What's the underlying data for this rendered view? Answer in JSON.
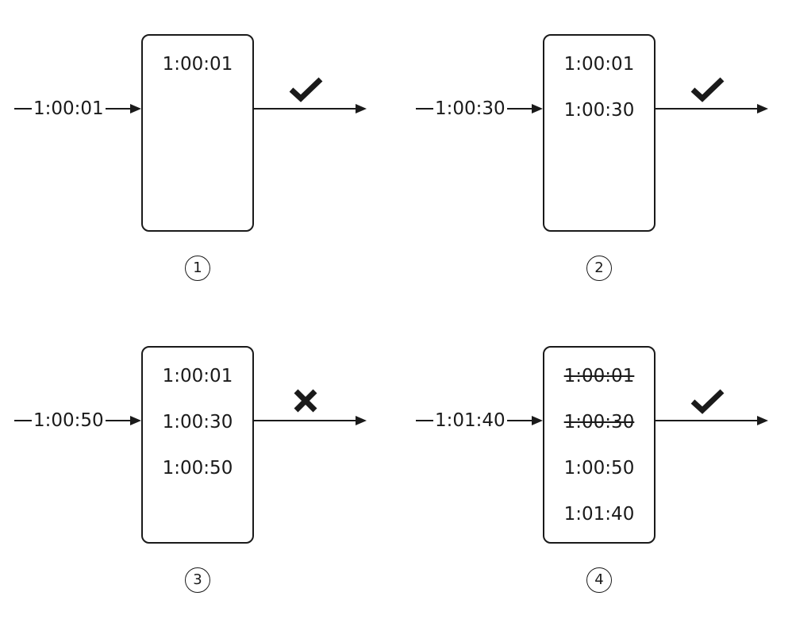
{
  "panels": [
    {
      "number": "1",
      "input": "1:00:01",
      "entries": [
        {
          "text": "1:00:01",
          "struck": false
        }
      ],
      "result": "check-icon"
    },
    {
      "number": "2",
      "input": "1:00:30",
      "entries": [
        {
          "text": "1:00:01",
          "struck": false
        },
        {
          "text": "1:00:30",
          "struck": false
        }
      ],
      "result": "check-icon"
    },
    {
      "number": "3",
      "input": "1:00:50",
      "entries": [
        {
          "text": "1:00:01",
          "struck": false
        },
        {
          "text": "1:00:30",
          "struck": false
        },
        {
          "text": "1:00:50",
          "struck": false
        }
      ],
      "result": "cross-icon"
    },
    {
      "number": "4",
      "input": "1:01:40",
      "entries": [
        {
          "text": "1:00:01",
          "struck": true
        },
        {
          "text": "1:00:30",
          "struck": true
        },
        {
          "text": "1:00:50",
          "struck": false
        },
        {
          "text": "1:01:40",
          "struck": false
        }
      ],
      "result": "check-icon"
    }
  ]
}
